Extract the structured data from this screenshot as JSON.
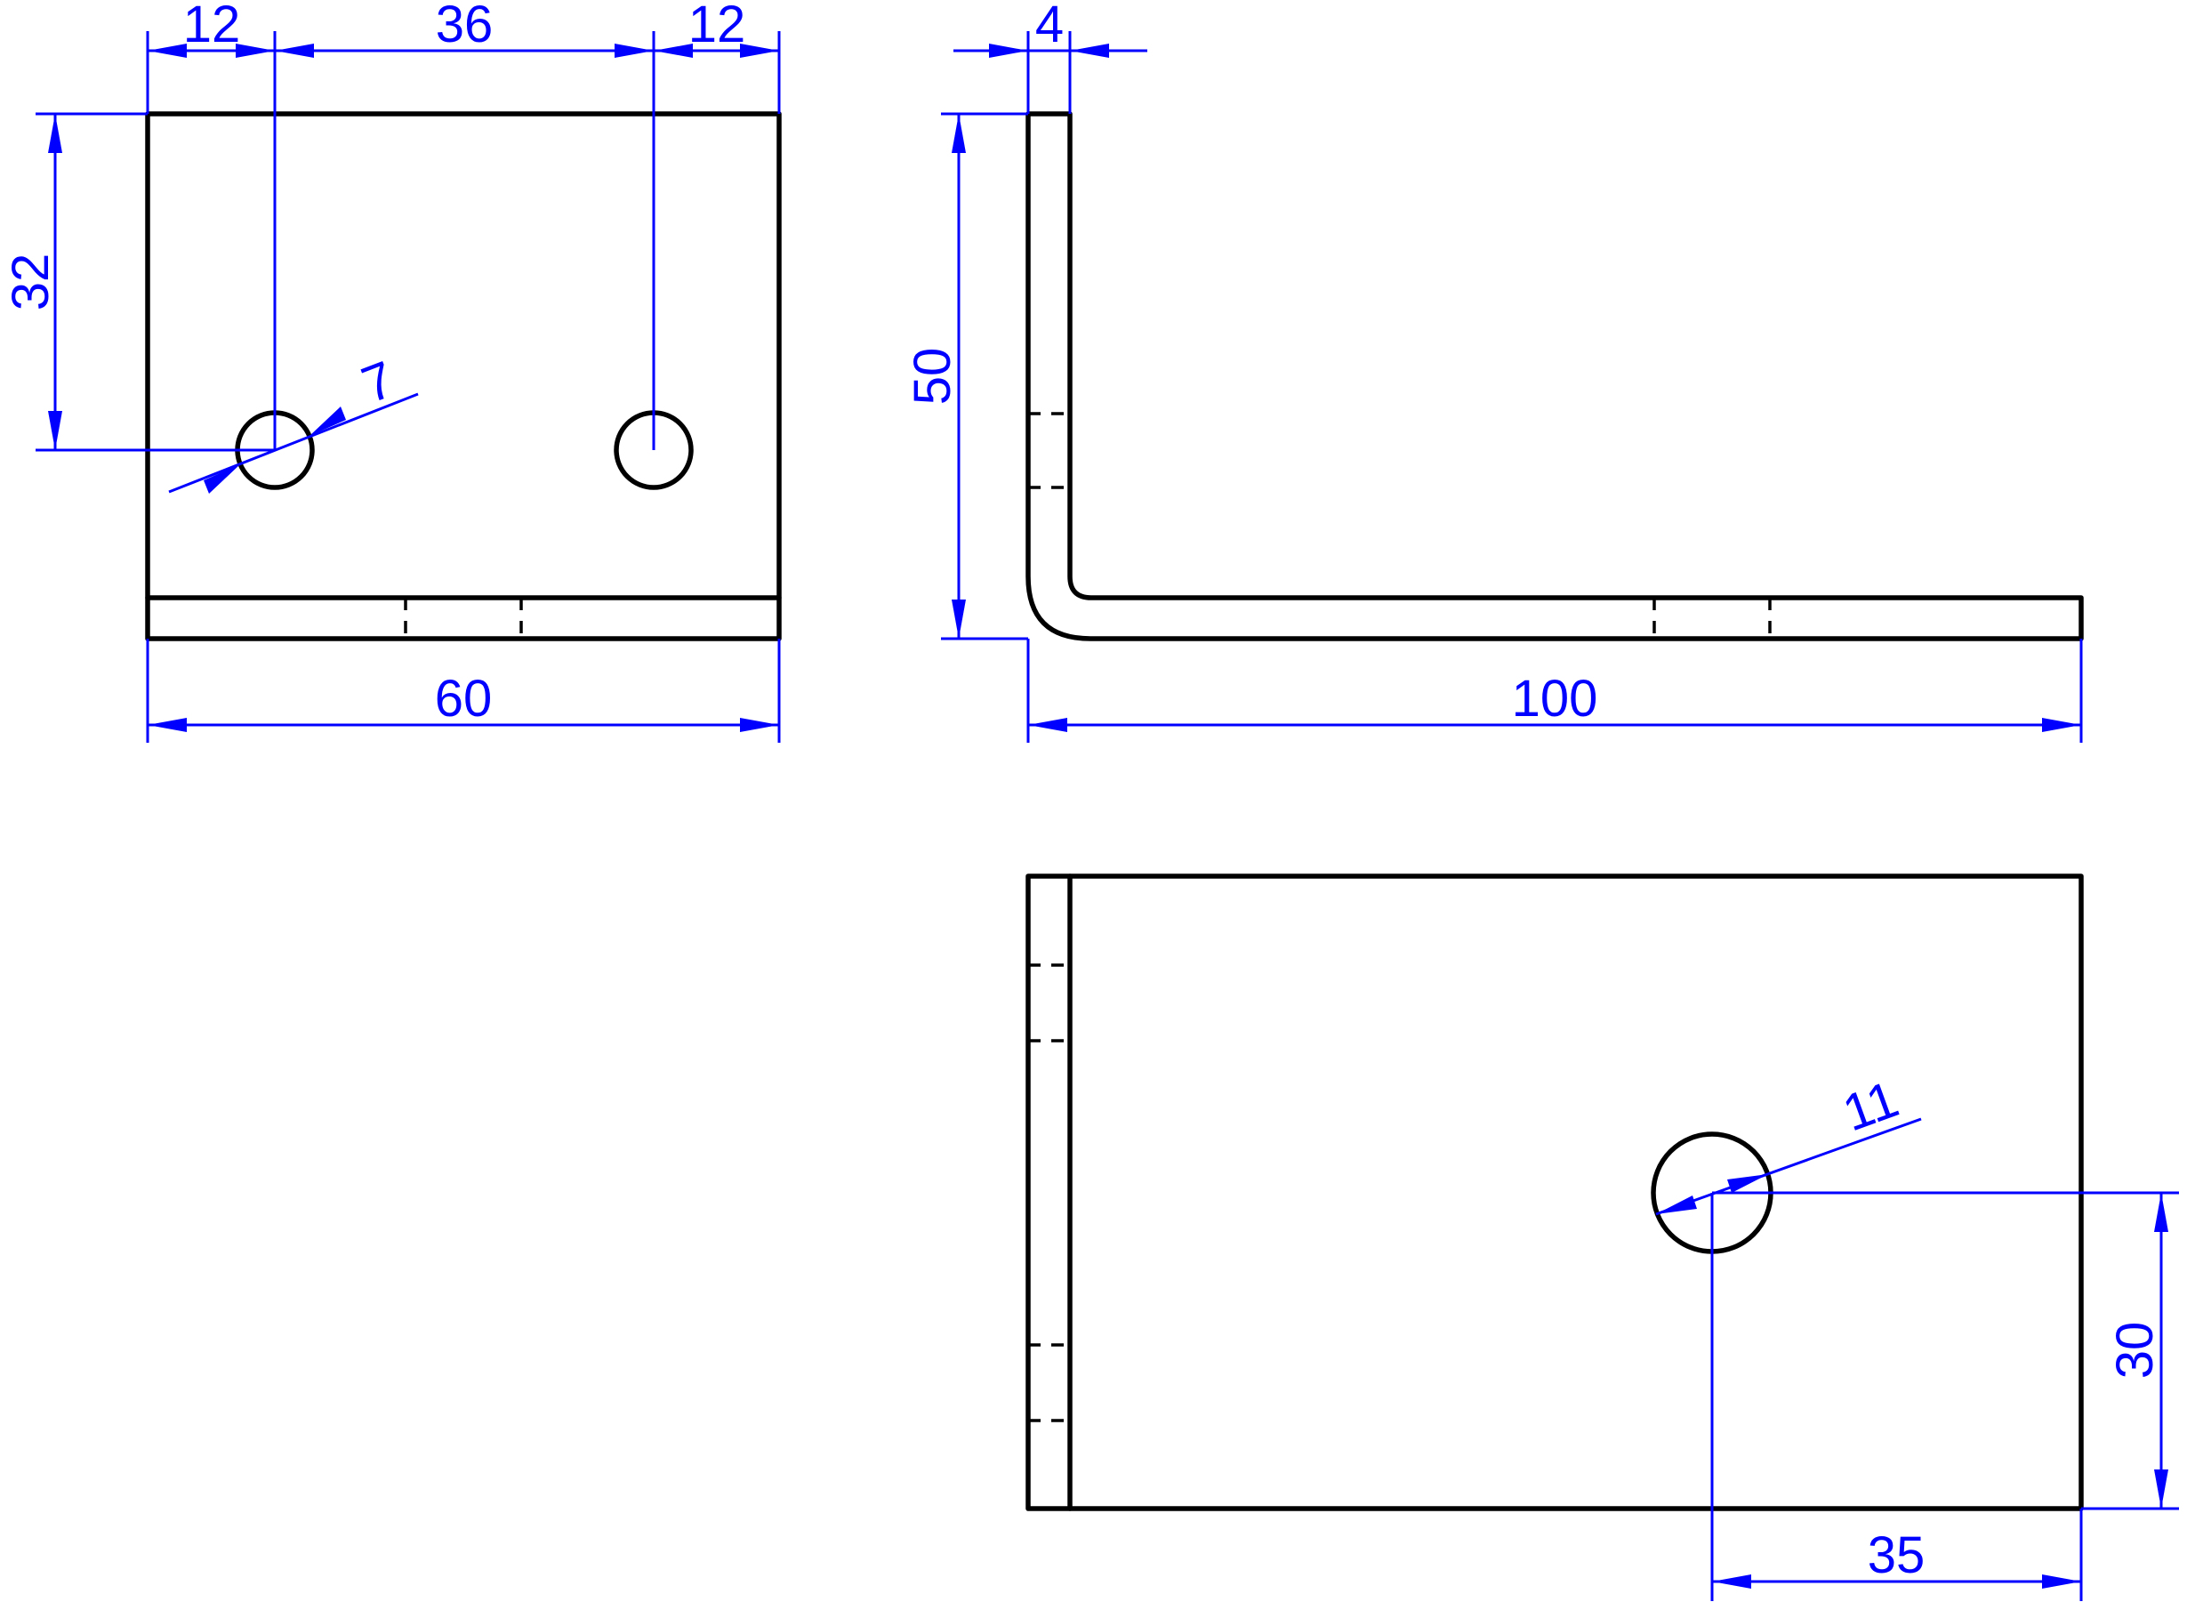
{
  "colors": {
    "background": "#ffffff",
    "part_outline": "#000000",
    "dimension": "#0000ff"
  },
  "front_view": {
    "dims": {
      "left_hole_offset": "12",
      "hole_spacing": "36",
      "right_hole_offset": "12",
      "hole_height": "32",
      "hole_diameter": "7",
      "overall_width": "60"
    }
  },
  "side_view": {
    "dims": {
      "thickness": "4",
      "height": "50",
      "length": "100"
    }
  },
  "top_view": {
    "dims": {
      "hole_diameter": "11",
      "hole_y_offset": "30",
      "hole_x_offset": "35"
    }
  }
}
